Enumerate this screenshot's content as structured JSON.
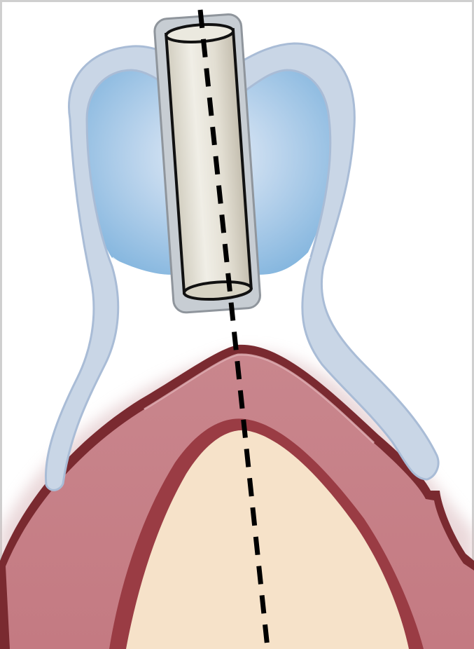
{
  "diagram": {
    "parts": [
      "guide-sleeve",
      "surgical-template",
      "gingiva",
      "alveolar-bone",
      "implant-axis"
    ],
    "colors": {
      "border": "#cfcfcf",
      "template_fill": "#c9d6e6",
      "template_edge": "#a9bcd6",
      "template_window": "#8fbde0",
      "sleeve_fill": "#e6e2d8",
      "sleeve_rim": "#d7d3c4",
      "sleeve_outline": "#111111",
      "gingiva_fill": "#c97e86",
      "gingiva_dark": "#7a2a30",
      "bone_fill": "#f6e2c9",
      "bone_edge": "#9a3c44",
      "axis": "#000000"
    }
  }
}
